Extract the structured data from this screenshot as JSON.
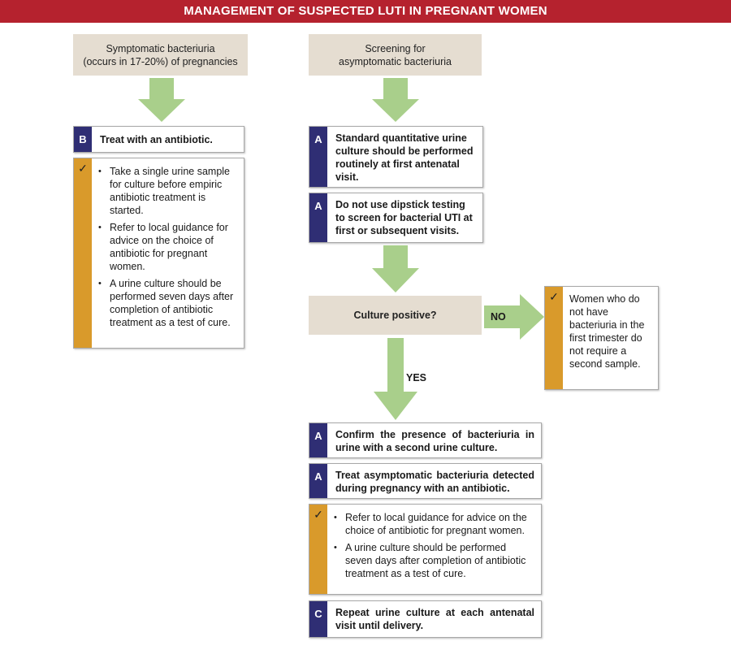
{
  "title": "MANAGEMENT OF SUSPECTED LUTI IN PREGNANT WOMEN",
  "symptomatic": {
    "line1": "Symptomatic bacteriuria",
    "line2": "(occurs in 17-20%) of pregnancies"
  },
  "screening": {
    "line1": "Screening for",
    "line2": "asymptomatic bacteriuria"
  },
  "rec_b_treat": {
    "grade": "B",
    "text": "Treat with an antibiotic."
  },
  "practice_left": {
    "items": [
      "Take a single urine sample for culture before empiric antibiotic treatment is started.",
      "Refer to local guidance for advice on the choice of antibiotic for pregnant women.",
      "A urine culture should be performed seven days after completion of antibiotic treatment as a test of cure."
    ]
  },
  "rec_a_culture": {
    "grade": "A",
    "text": "Standard quantitative urine culture should be performed routinely at first antenatal visit."
  },
  "rec_a_dipstick": {
    "grade": "A",
    "text": "Do not use dipstick testing to screen for bacterial UTI at first or subsequent visits."
  },
  "decision": {
    "text": "Culture positive?",
    "no_label": "NO",
    "yes_label": "YES"
  },
  "practice_no": {
    "text": "Women who do not have bacteriuria in the first trimester do not require a second sample."
  },
  "rec_a_confirm": {
    "grade": "A",
    "text": "Confirm the presence of bacteriuria in urine with a second urine culture."
  },
  "rec_a_treat": {
    "grade": "A",
    "text": "Treat asymptomatic bacteriuria detected during pregnancy with an antibiotic."
  },
  "practice_bottom": {
    "items": [
      "Refer to local guidance for advice on the choice of antibiotic for pregnant women.",
      "A urine culture should be performed seven days after completion of antibiotic treatment as a test of cure."
    ]
  },
  "rec_c_repeat": {
    "grade": "C",
    "text": "Repeat urine culture at each antenatal visit until delivery."
  },
  "colors": {
    "header": "#b5222e",
    "grade_badge": "#2f2e74",
    "practice_bar": "#d99a2b",
    "arrow": "#a9cf8b",
    "tan_box": "#e5ddd1"
  },
  "icons": {
    "check": "checkmark-icon",
    "arrow": "down-arrow-icon"
  }
}
